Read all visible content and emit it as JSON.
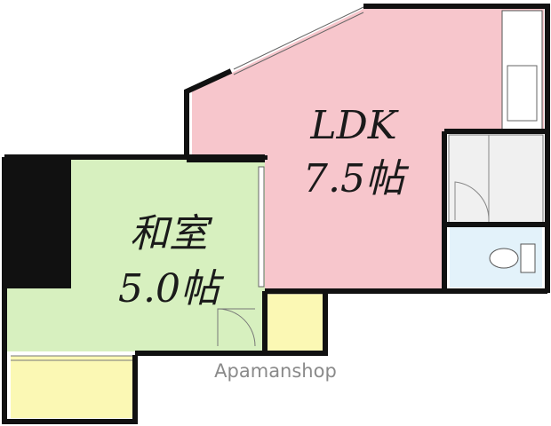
{
  "rooms": {
    "ldk": {
      "name": "LDK",
      "size": "7.5帖"
    },
    "washitsu": {
      "name": "和室",
      "size": "5.0帖"
    }
  },
  "watermark": "Apamanshop",
  "colors": {
    "ldk": "#f7c6cc",
    "washitsu": "#d7f0bf",
    "closet": "#fbf8b4",
    "toilet": "#e3f2fa",
    "wall": "#111111",
    "floor_white": "#ffffff"
  }
}
